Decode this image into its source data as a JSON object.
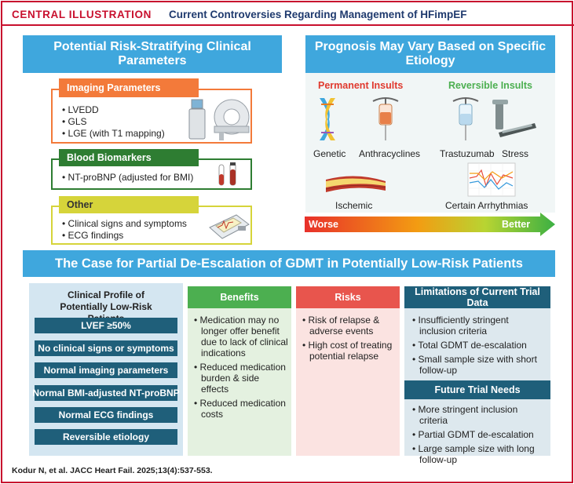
{
  "header": {
    "label": "CENTRAL ILLUSTRATION",
    "title": "Current Controversies Regarding Management of HFimpEF"
  },
  "risk_params": {
    "title": "Potential Risk-Stratifying Clinical Parameters",
    "imaging": {
      "label": "Imaging Parameters",
      "items": [
        "LVEDD",
        "GLS",
        "LGE (with T1 mapping)"
      ]
    },
    "biomarkers": {
      "label": "Blood Biomarkers",
      "items": [
        "NT-proBNP (adjusted for BMI)"
      ]
    },
    "other": {
      "label": "Other",
      "items": [
        "Clinical signs and symptoms",
        "ECG findings"
      ]
    }
  },
  "prognosis": {
    "title": "Prognosis May Vary Based on Specific Etiology",
    "permanent": "Permanent Insults",
    "reversible": "Reversible Insults",
    "etiologies": [
      "Genetic",
      "Anthracyclines",
      "Trastuzumab",
      "Stress",
      "Ischemic",
      "Certain Arrhythmias"
    ],
    "scale_worse": "Worse",
    "scale_better": "Better"
  },
  "case": {
    "title": "The Case for Partial De-Escalation of GDMT in Potentially Low-Risk Patients",
    "profile": {
      "title": "Clinical Profile of Potentially Low-Risk Patients",
      "items": [
        "LVEF ≥50%",
        "No clinical signs or symptoms",
        "Normal imaging parameters",
        "Normal BMI-adjusted NT-proBNP",
        "Normal ECG findings",
        "Reversible etiology"
      ]
    },
    "benefits": {
      "title": "Benefits",
      "items": [
        "Medication may no longer offer benefit due to lack of clinical indications",
        "Reduced medication burden & side effects",
        "Reduced medication costs"
      ]
    },
    "risks": {
      "title": "Risks",
      "items": [
        "Risk of relapse & adverse events",
        "High cost of treating potential relapse"
      ]
    },
    "limitations": {
      "title": "Limitations of Current Trial Data",
      "items": [
        "Insufficiently stringent inclusion criteria",
        "Total GDMT de-escalation",
        "Small sample size with short follow-up"
      ]
    },
    "future": {
      "title": "Future Trial Needs",
      "items": [
        "More stringent inclusion criteria",
        "Partial GDMT de-escalation",
        "Large sample size with long follow-up"
      ]
    }
  },
  "citation": "Kodur N, et al. JACC Heart Fail. 2025;13(4):537-553.",
  "colors": {
    "accent_red": "#c8102e",
    "banner_blue": "#3fa7dd",
    "imaging_orange": "#f37a3a",
    "biomarker_green": "#2e7d32",
    "other_yellow": "#d6d43a",
    "benefits_green": "#4caf50",
    "risks_red": "#e8554d",
    "navy": "#1f5f7a"
  }
}
